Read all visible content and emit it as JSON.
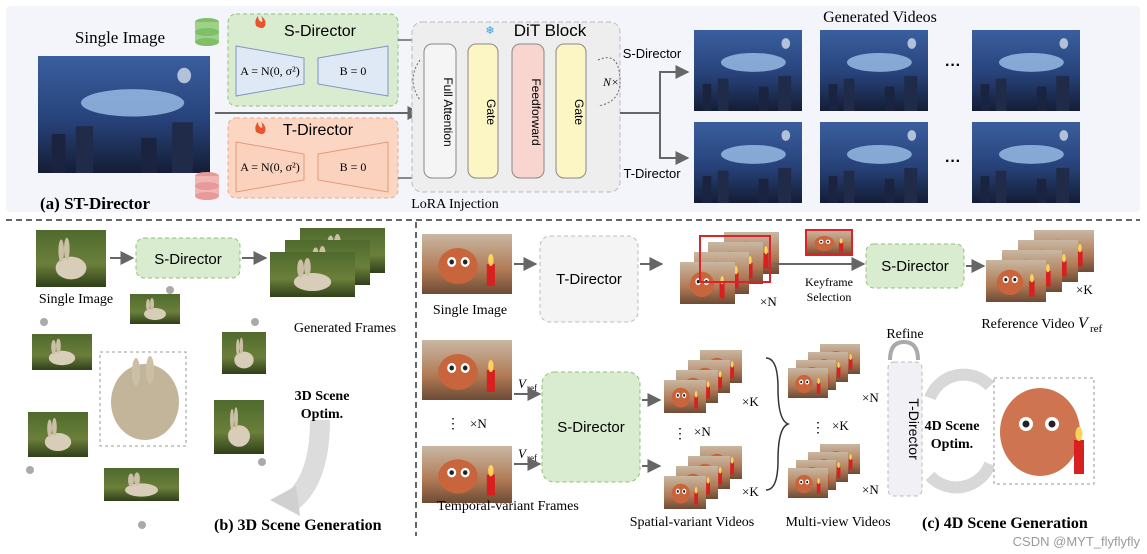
{
  "panel_a": {
    "caption": "(a) ST-Director",
    "single_image_label": "Single Image",
    "s_director": {
      "title": "S-Director",
      "matrix_a": "A = N(0, σ²)",
      "matrix_b": "B = 0"
    },
    "t_director": {
      "title": "T-Director",
      "matrix_a": "A = N(0, σ²)",
      "matrix_b": "B = 0"
    },
    "dit_block": {
      "title": "DiT Block",
      "full_attention": "Full Attention",
      "gate_1": "Gate",
      "feedforward": "Feedforward",
      "gate_2": "Gate",
      "repeat": "N×"
    },
    "lora_injection": "LoRA Injection",
    "output_s_label": "S-Director",
    "output_t_label": "T-Director",
    "generated_videos": "Generated Videos",
    "ellipsis": "···"
  },
  "panel_b": {
    "caption": "(b) 3D Scene Generation",
    "single_image_label": "Single Image",
    "s_director": "S-Director",
    "generated_frames": "Generated Frames",
    "optim_line1": "3D Scene",
    "optim_line2": "Optim."
  },
  "panel_c": {
    "caption": "(c) 4D Scene Generation",
    "single_image_label": "Single Image",
    "t_director": "T-Director",
    "times_n": "×N",
    "times_k": "×K",
    "keyframe_line1": "Keyframe",
    "keyframe_line2": "Selection",
    "s_director_top": "S-Director",
    "reference_video": "Reference Video",
    "v_ref_top": "V",
    "ref_sub": "ref",
    "refine": "Refine",
    "s_director_mid": "S-Director",
    "t_director_vertical": "T-Director",
    "optim_line1": "4D Scene",
    "optim_line2": "Optim.",
    "v_ref_in": "V",
    "dots": "⋮",
    "temporal_frames": "Temporal-variant Frames",
    "spatial_videos": "Spatial-variant Videos",
    "multiview_videos": "Multi-view Videos"
  },
  "watermark": "CSDN @MYT_flyflyfly",
  "colors": {
    "s_green": "#d9ecd0",
    "s_border": "#8fc27a",
    "t_orange": "#fbd7c3",
    "t_border": "#e8a98a",
    "gate_yellow": "#fbf6c4",
    "ff_pink": "#f8d6cf",
    "dit_gray": "#eeeeee",
    "snow_blue": "#2aa0e0",
    "keyframe_red": "#d9252a"
  },
  "icons": [
    "database-green-icon",
    "database-red-icon",
    "fire-icon",
    "snowflake-icon"
  ]
}
